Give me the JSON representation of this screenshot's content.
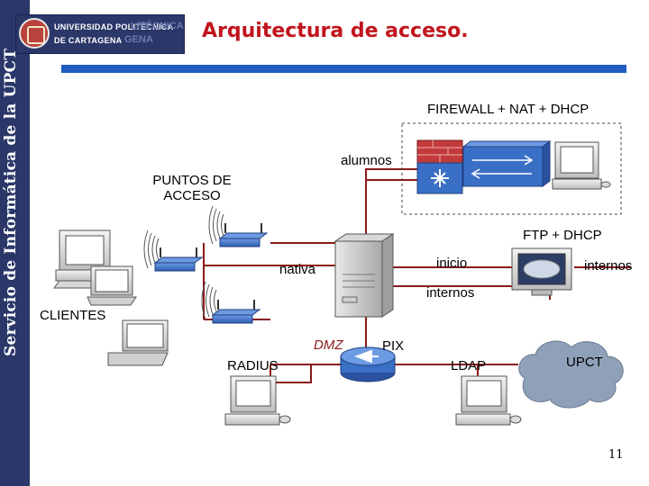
{
  "sidebar": {
    "text": "Servicio de Informática de la UPCT"
  },
  "header": {
    "logo_line1": "UNIVERSIDAD POLITÉCNICA",
    "logo_line2": "DE CARTAGENA",
    "logo_ghost1": "LITÉCNICA",
    "logo_ghost2": "GENA",
    "title": "Arquitectura de acceso."
  },
  "labels": {
    "firewall": "FIREWALL + NAT + DHCP",
    "alumnos": "alumnos",
    "puntos_acceso_line1": "PUNTOS DE",
    "puntos_acceso_line2": "ACCESO",
    "ftp_dhcp": "FTP + DHCP",
    "inicio": "inicio",
    "internos_right": "internos",
    "nativa": "nativa",
    "internos_center": "internos",
    "clientes": "CLIENTES",
    "dmz": "DMZ",
    "pix": "PIX",
    "radius": "RADIUS",
    "ldap": "LDAP",
    "upct": "UPCT"
  },
  "page_number": "11",
  "colors": {
    "link": "#8b1a1a",
    "title": "#c0141c",
    "accent_bar": "#1f5bc0",
    "band": "#2a3768",
    "device_blue": "#3a6fc6",
    "cloud": "#8fa1b8"
  }
}
